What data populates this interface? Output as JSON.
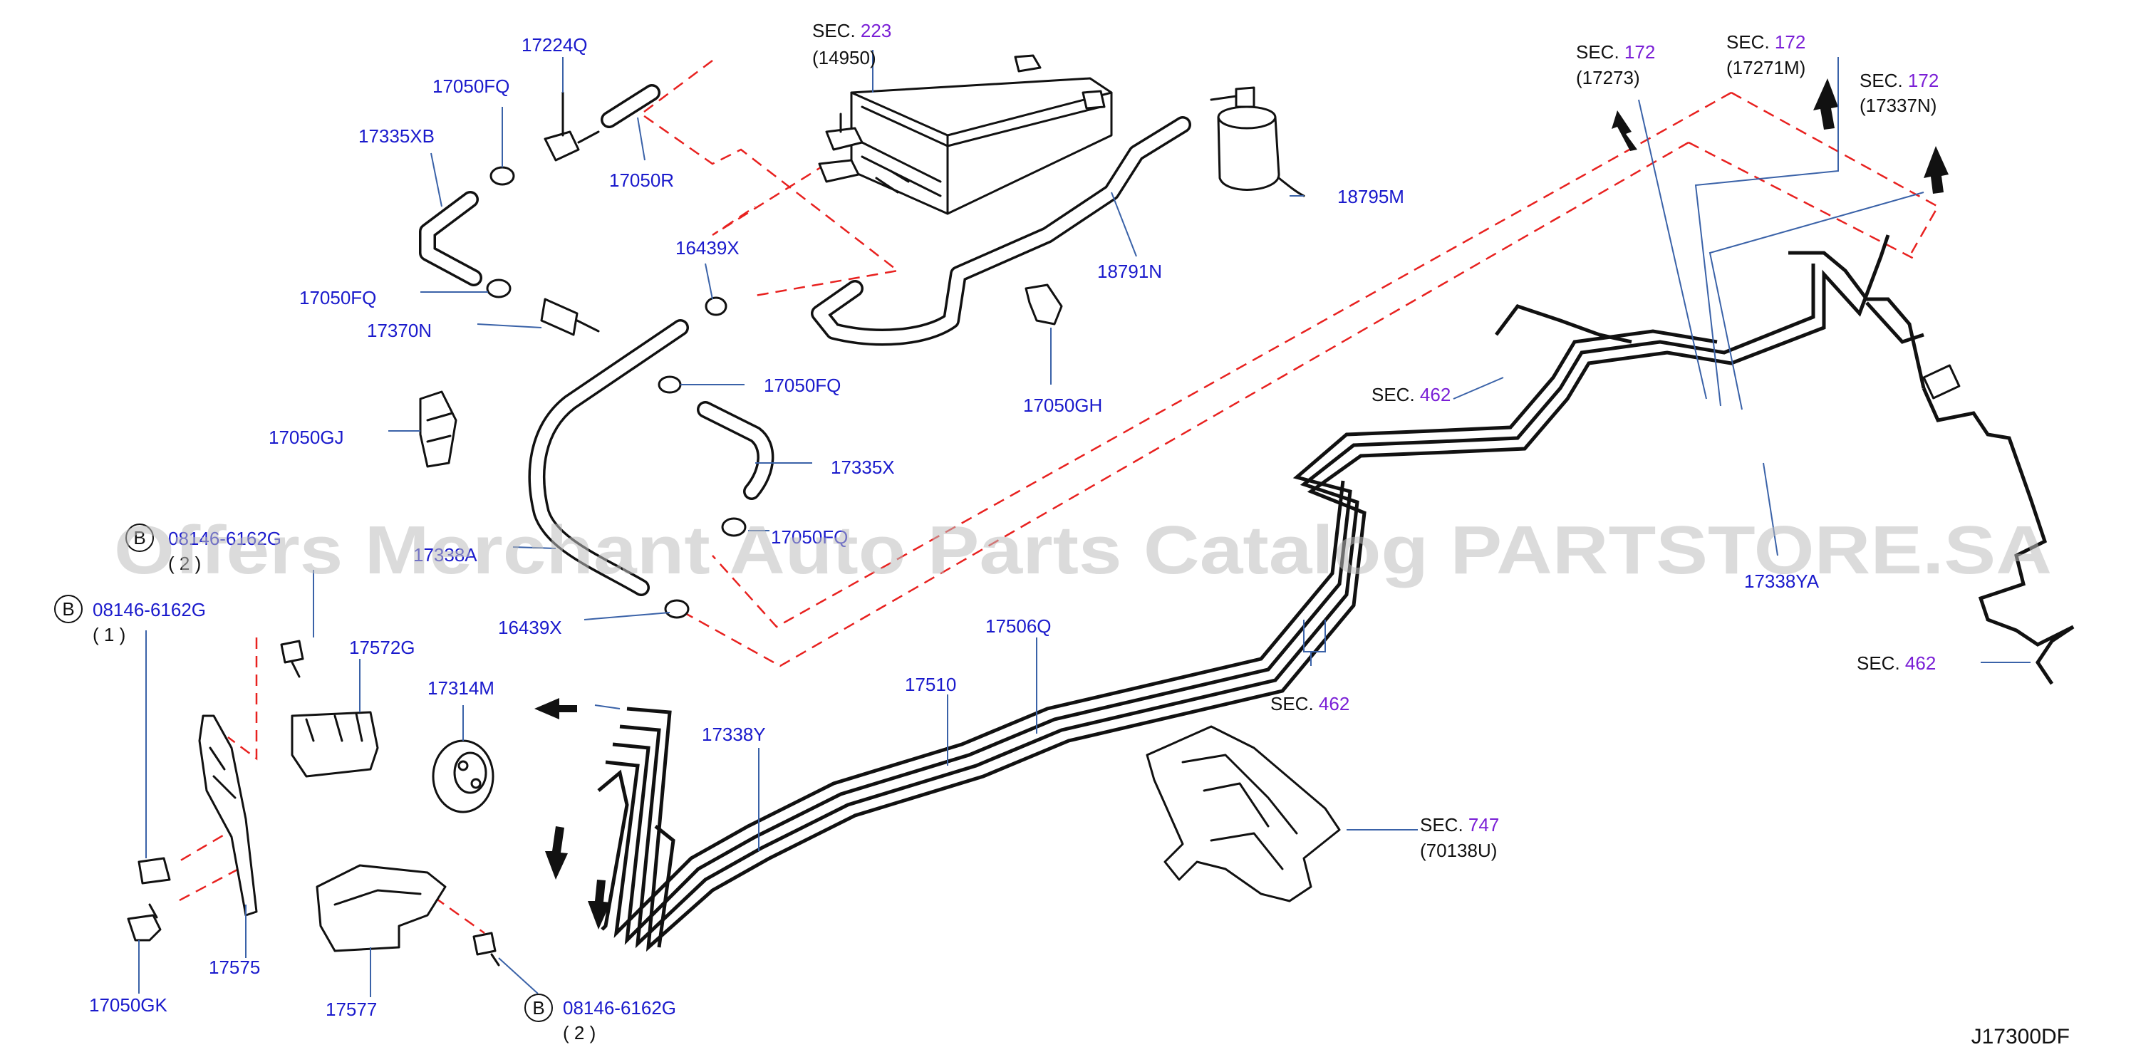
{
  "diagram_code": "J17300DF",
  "watermark": "Offers Merchant Auto Parts Catalog PARTSTORE.SA",
  "bolt_marker": "B",
  "sections": {
    "s223": {
      "prefix": "SEC.",
      "num": "223",
      "ref": "(14950)"
    },
    "s172a": {
      "prefix": "SEC.",
      "num": "172",
      "ref": "(17273)"
    },
    "s172b": {
      "prefix": "SEC.",
      "num": "172",
      "ref": "(17271M)"
    },
    "s172c": {
      "prefix": "SEC.",
      "num": "172",
      "ref": "(17337N)"
    },
    "s462a": {
      "prefix": "SEC.",
      "num": "462"
    },
    "s462b": {
      "prefix": "SEC.",
      "num": "462"
    },
    "s462c": {
      "prefix": "SEC.",
      "num": "462"
    },
    "s747": {
      "prefix": "SEC.",
      "num": "747",
      "ref": "(70138U)"
    }
  },
  "parts": {
    "p17224Q": "17224Q",
    "p17050FQ_top": "17050FQ",
    "p17335XB": "17335XB",
    "p17050R": "17050R",
    "p16439X_top": "16439X",
    "p17050FQ_mid": "17050FQ",
    "p17370N": "17370N",
    "p18795M": "18795M",
    "p18791N": "18791N",
    "p17050FQ_right": "17050FQ",
    "p17050GH": "17050GH",
    "p17050GJ": "17050GJ",
    "p17335X": "17335X",
    "p17050FQ_low": "17050FQ",
    "p17338A": "17338A",
    "p16439X_low": "16439X",
    "p08146_top": "08146-6162G",
    "p08146_top_qty": "( 2 )",
    "p08146_left": "08146-6162G",
    "p08146_left_qty": "( 1 )",
    "p08146_bot": "08146-6162G",
    "p08146_bot_qty": "( 2 )",
    "p17572G": "17572G",
    "p17314M": "17314M",
    "p17338Y": "17338Y",
    "p17510": "17510",
    "p17506Q": "17506Q",
    "p17338YA": "17338YA",
    "p17575": "17575",
    "p17577": "17577",
    "p17050GK": "17050GK"
  }
}
